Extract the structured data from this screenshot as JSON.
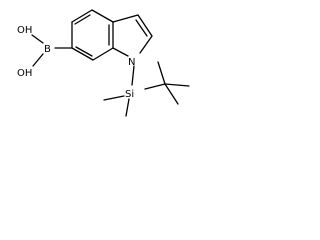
{
  "molecule": {
    "atoms": {
      "boron": "B",
      "hydroxyl_top": "OH",
      "hydroxyl_bottom": "OH",
      "nitrogen": "N",
      "silicon": "Si"
    }
  }
}
